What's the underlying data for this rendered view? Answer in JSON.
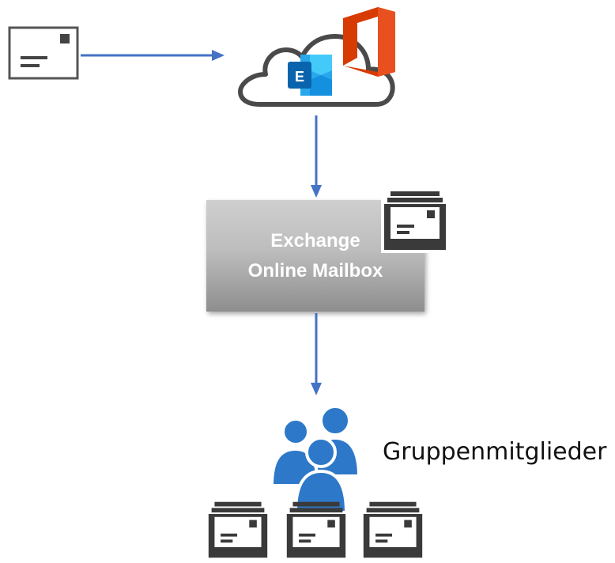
{
  "diagram": {
    "mailbox": {
      "line1": "Exchange",
      "line2": "Online Mailbox"
    },
    "group_label": "Gruppenmitglieder",
    "cloud_badge_letter": "E",
    "colors": {
      "arrow": "#4472c4",
      "icon_dark": "#3a3a3a",
      "office_red": "#d83b01",
      "exchange_blue": "#1a72c6",
      "people_blue": "#2d78c8"
    },
    "icons": [
      "envelope-icon",
      "cloud-icon",
      "exchange-logo-icon",
      "office-logo-icon",
      "inbox-tray-icon",
      "people-group-icon"
    ]
  }
}
